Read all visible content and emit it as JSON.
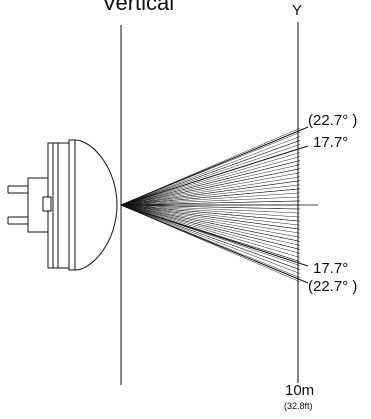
{
  "title": "Vertical",
  "axis_label": "Y",
  "beam": {
    "outer_upper_label": "(22.7° )",
    "inner_upper_label": "17.7°",
    "inner_lower_label": "17.7°",
    "outer_lower_label": "(22.7° )",
    "inner_half_angle_deg": 17.7,
    "outer_half_angle_deg": 22.7
  },
  "distance": {
    "value_label": "10m",
    "imperial_label": "(32.8ft)"
  },
  "colors": {
    "line": "#111111",
    "background": "#ffffff"
  }
}
